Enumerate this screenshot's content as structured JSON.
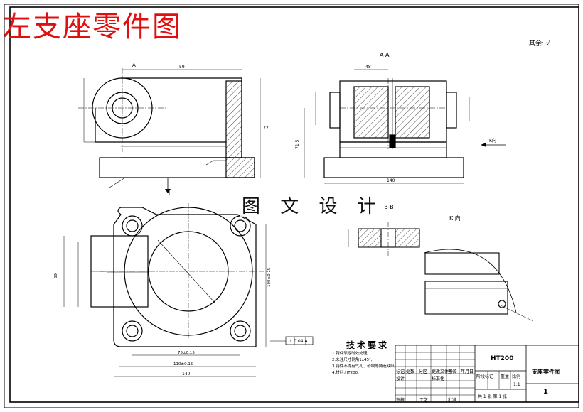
{
  "overlay_title": "左支座零件图",
  "watermark_text": "图 文 设 计",
  "surface_note": "其余: √",
  "views": {
    "section_aa": {
      "label": "A-A",
      "dims": {
        "overall": "140",
        "top": "48",
        "height": "71.5"
      }
    },
    "front_view": {
      "dims": {
        "width": "59",
        "height": "72"
      }
    },
    "section_bb": {
      "label": "B-B"
    },
    "view_k": {
      "label": "K 向"
    },
    "arrow_k": "K向",
    "datum_a": "A",
    "top_view": {
      "dims": {
        "width": "140",
        "inner": "110±0.15",
        "bottom1": "75±0.15",
        "height": "100±0.15",
        "left": "69"
      }
    },
    "fcf_text": "⊥ 0.04 A"
  },
  "tech_requirements": {
    "title": "技术要求",
    "items": [
      "1.铸件须经时效处理;",
      "2.未注尺寸倒角1x45°;",
      "3.铸件不得有气孔、砂眼等铸造缺陷;",
      "4.材料:HT200;"
    ]
  },
  "title_block": {
    "material": "HT200",
    "part_name": "支座零件图",
    "sheet_number": "1",
    "sheet_info": "共 1 张  第 1 张",
    "col_labels": [
      "标记",
      "处数",
      "分区",
      "更改文件号",
      "签名",
      "年月日"
    ],
    "row_labels": [
      "设计",
      "标准化",
      "阶段标记",
      "重量",
      "比例"
    ],
    "bottom_labels": [
      "审核",
      "工艺",
      "批准"
    ],
    "scale": "1:1"
  }
}
